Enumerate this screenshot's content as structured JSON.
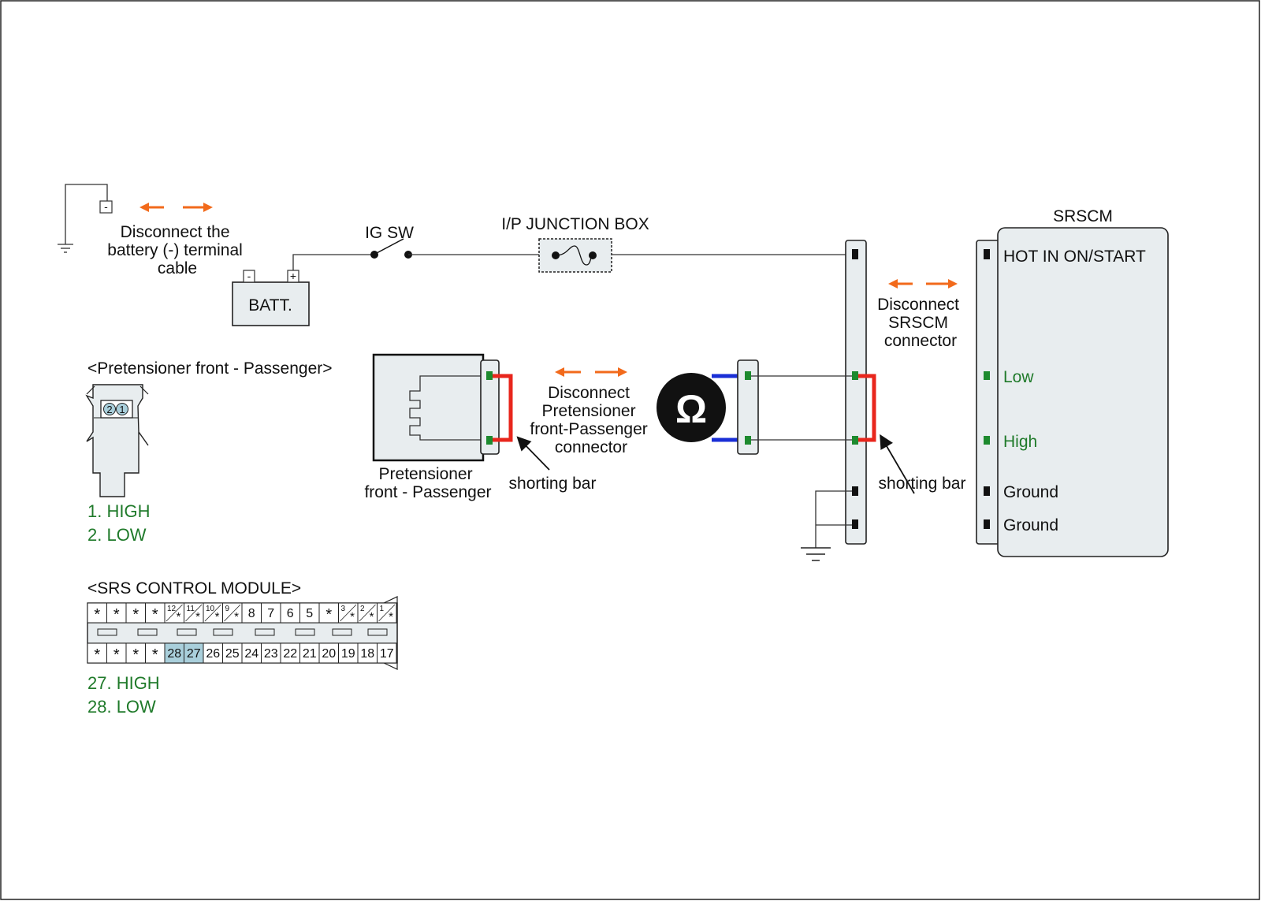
{
  "labels": {
    "disconnect_battery": [
      "Disconnect the",
      "battery (-) terminal",
      "cable"
    ],
    "battery_minus": "-",
    "battery_plus": "+",
    "battery": "BATT.",
    "ig_sw": "IG SW",
    "junction_box": "I/P JUNCTION BOX",
    "srscm_title": "SRSCM",
    "disconnect_srscm": [
      "Disconnect",
      "SRSCM",
      "connector"
    ],
    "pretensioner_header": "<Pretensioner front - Passenger>",
    "pretensioner_name": [
      "Pretensioner",
      "front - Passenger"
    ],
    "disconnect_pretensioner": [
      "Disconnect",
      "Pretensioner",
      "front-Passenger",
      "connector"
    ],
    "shorting_bar": "shorting bar",
    "ohm_symbol": "Ω",
    "srs_header": "<SRS CONTROL MODULE>"
  },
  "srscm_pins": [
    {
      "label": "HOT IN ON/START",
      "color": "#111111"
    },
    {
      "label": "Low",
      "color": "#1f7a2a"
    },
    {
      "label": "High",
      "color": "#1f7a2a"
    },
    {
      "label": "Ground",
      "color": "#111111"
    },
    {
      "label": "Ground",
      "color": "#111111"
    }
  ],
  "pretensioner_connector": {
    "pins": [
      "2",
      "1"
    ],
    "legend": [
      "1. HIGH",
      "2. LOW"
    ]
  },
  "srs_connector": {
    "top_row": [
      "*",
      "*",
      "*",
      "*",
      "12*",
      "11*",
      "10*",
      "9*",
      "8",
      "7",
      "6",
      "5",
      "*",
      "3*",
      "2*",
      "1*"
    ],
    "bottom_row": [
      "*",
      "*",
      "*",
      "*",
      "28",
      "27",
      "26",
      "25",
      "24",
      "23",
      "22",
      "21",
      "20",
      "19",
      "18",
      "17"
    ],
    "highlighted": [
      "28",
      "27"
    ],
    "legend": [
      "27. HIGH",
      "28. LOW"
    ]
  },
  "colors": {
    "arrow_orange": "#f26a1b",
    "shorting_red": "#e8261c",
    "meter_blue": "#1a2fd6",
    "pin_green": "#1d8a2e",
    "text_green": "#1f7a2a",
    "highlight_blue": "#a9cfdb",
    "panel_gray": "#e8edef"
  }
}
